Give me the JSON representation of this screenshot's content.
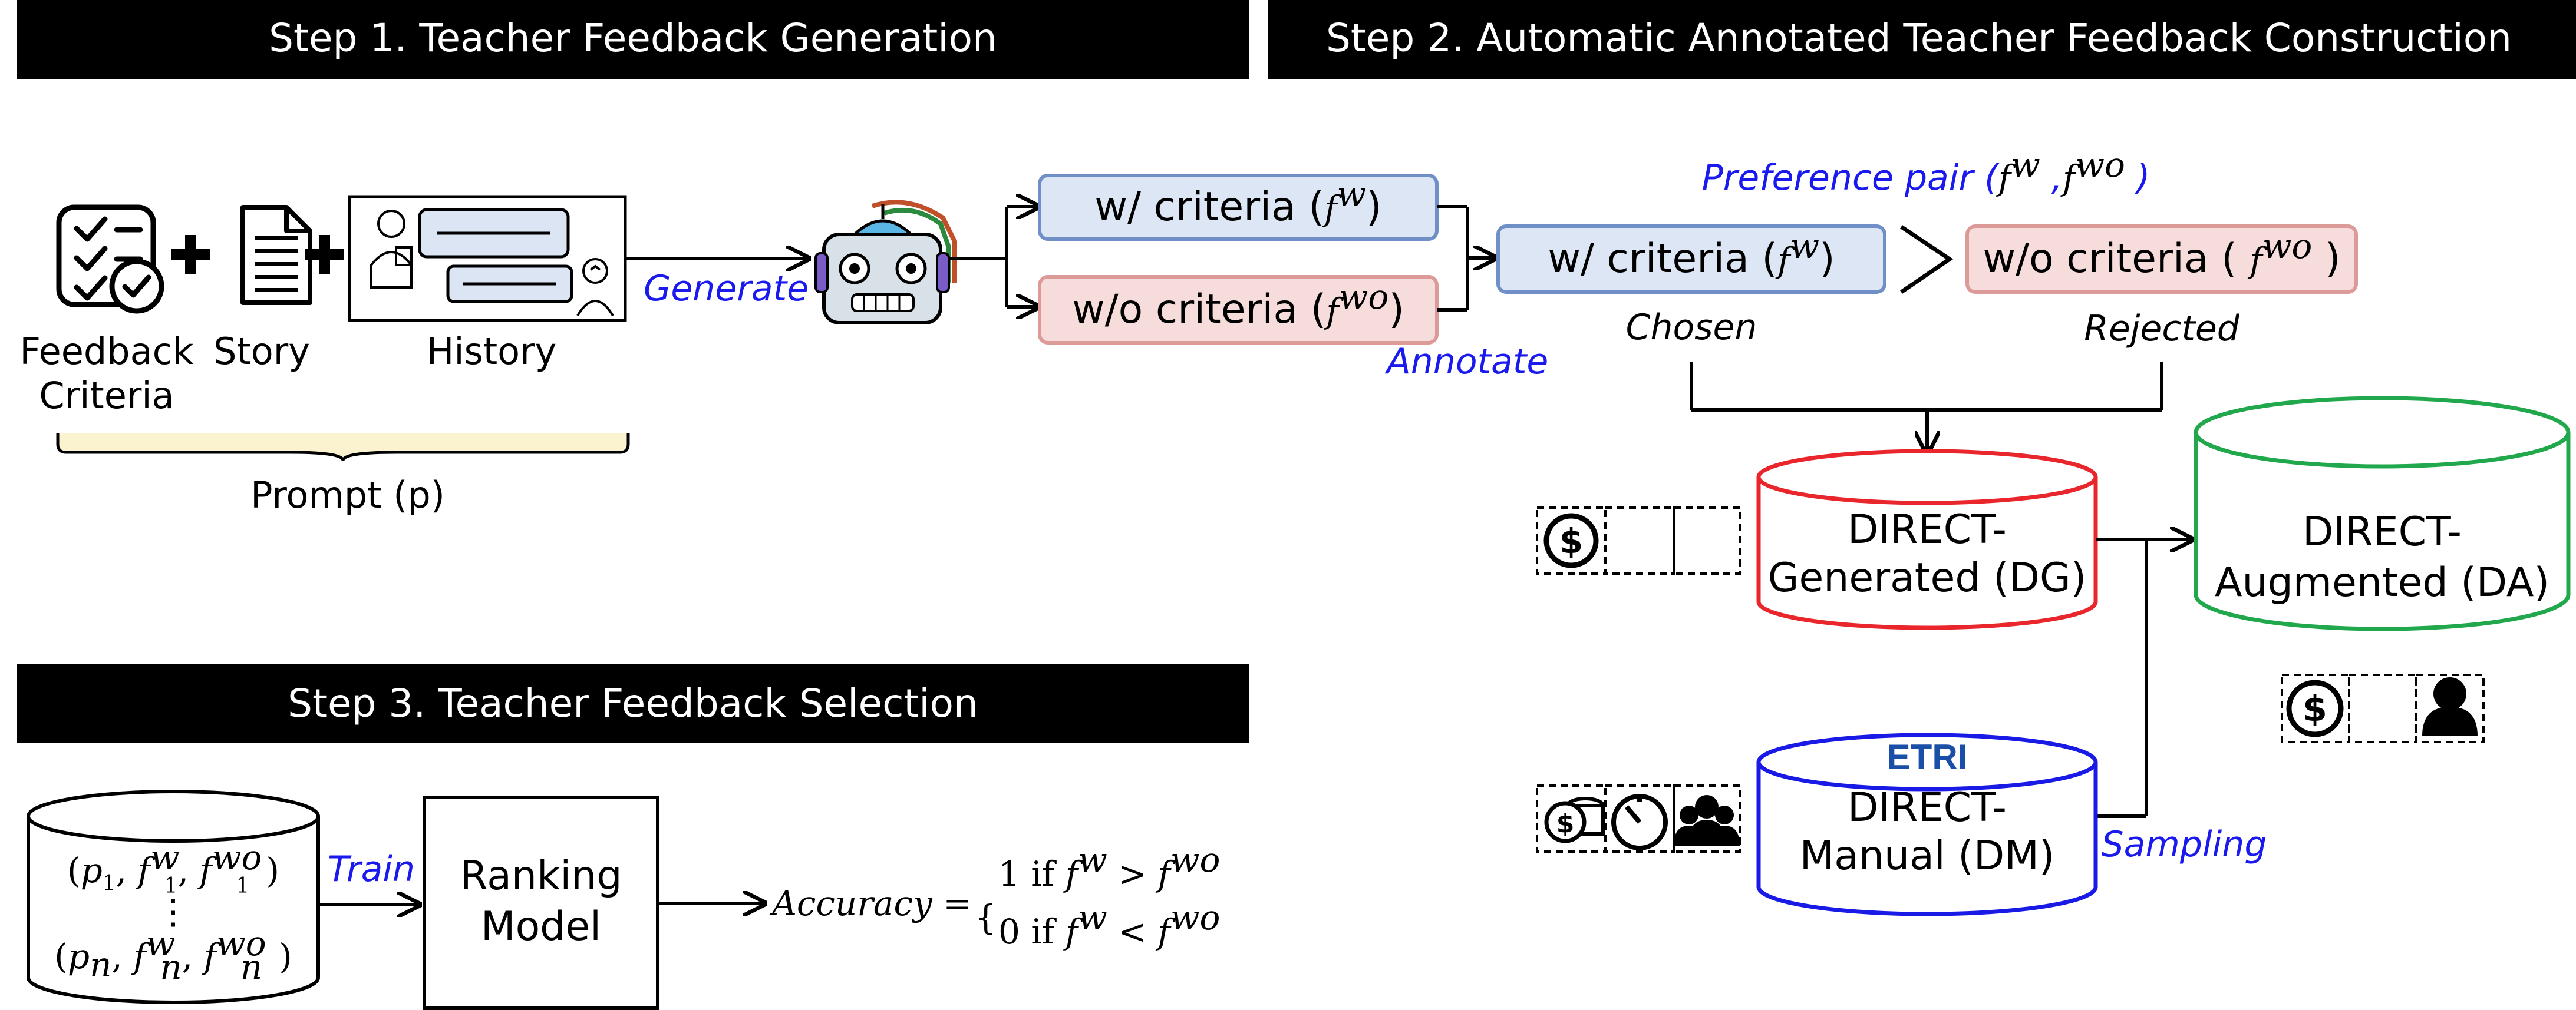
{
  "headers": {
    "step1": "Step 1. Teacher Feedback Generation",
    "step2": "Step 2. Automatic Annotated Teacher Feedback Construction",
    "step3": "Step 3. Teacher Feedback Selection"
  },
  "step1": {
    "feedback_criteria_line1": "Feedback",
    "feedback_criteria_line2": "Criteria",
    "story": "Story",
    "history": "History",
    "prompt": "Prompt (p)",
    "generate": "Generate",
    "annotate": "Annotate",
    "with_criteria": "w/ criteria (f^w)",
    "without_criteria": "w/o criteria (f^wo)"
  },
  "step2": {
    "preference_pair": "Preference pair (f^w ,f^wo )",
    "chosen_box": "w/ criteria (f^w)",
    "rejected_box": "w/o criteria ( f^wo )",
    "chosen": "Chosen",
    "rejected": "Rejected",
    "dg_line1": "DIRECT-",
    "dg_line2": "Generated (DG)",
    "da_line1": "DIRECT-",
    "da_line2": "Augmented (DA)",
    "dm_line1": "DIRECT-",
    "dm_line2": "Manual (DM)",
    "etri_logo": "ETRI",
    "sampling": "Sampling"
  },
  "step3": {
    "dataset_row1": "(p1, f1w, f1wo)",
    "dataset_dots": "⋮",
    "dataset_row2": "(pn, fnw, fnwo)",
    "train": "Train",
    "model_line1": "Ranking",
    "model_line2": "Model",
    "accuracy": "Accuracy = {1 if f^w > f^wo ; 0 if f^w < f^wo"
  },
  "colors": {
    "header_bg": "#000000",
    "blue_box_fill": "#dde6f5",
    "blue_box_stroke": "#6f8fc6",
    "red_box_fill": "#f6dcdb",
    "red_box_stroke": "#dc9a98",
    "dg_stroke": "#e8262b",
    "da_stroke": "#22a84c",
    "dm_stroke": "#1a1ae6",
    "italic_label": "#1a1aee",
    "prompt_brace": "#fbf2d0"
  },
  "icons": [
    "checklist-icon",
    "document-icon",
    "teacher-student-chat-icon",
    "robot-icon",
    "dollar-icon",
    "coins-icon",
    "timer-icon",
    "group-icon",
    "person-icon"
  ]
}
